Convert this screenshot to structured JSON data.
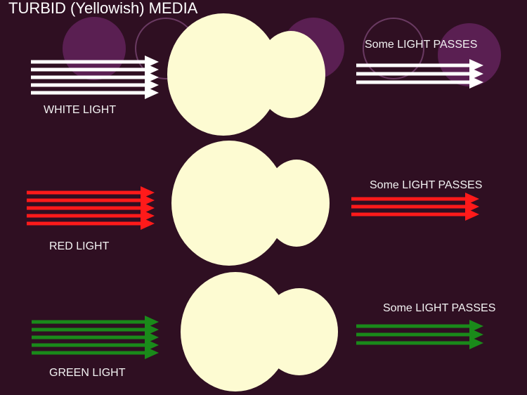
{
  "title": "TURBID (Yellowish) MEDIA",
  "colors": {
    "background": "#2f0f22",
    "medium": "#fdfbd2",
    "decor_circle": "#5a1f52",
    "decor_ring": "#6a3a62"
  },
  "rows": [
    {
      "input_label": "WHITE LIGHT",
      "output_label": "Some LIGHT PASSES",
      "color": "#ffffff",
      "input_lines": 5,
      "output_lines": 3
    },
    {
      "input_label": "RED LIGHT",
      "output_label": "Some LIGHT PASSES",
      "color": "#ff1a1a",
      "input_lines": 5,
      "output_lines": 3
    },
    {
      "input_label": "GREEN LIGHT",
      "output_label": "Some LIGHT PASSES",
      "color": "#1a8a1a",
      "input_lines": 5,
      "output_lines": 3
    }
  ]
}
